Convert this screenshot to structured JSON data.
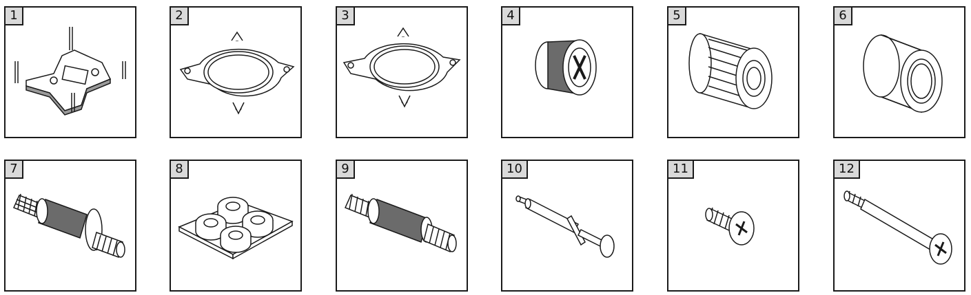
{
  "colors": {
    "line": "#1a1a1a",
    "badge_fill": "#d9d9d9",
    "part_fill": "#ffffff",
    "shade": "#9a9a9a"
  },
  "parts": [
    {
      "number": "1",
      "icon": "backplate-bracket-icon"
    },
    {
      "number": "2",
      "icon": "mounting-ring-icon"
    },
    {
      "number": "3",
      "icon": "mounting-ring-alt-icon"
    },
    {
      "number": "4",
      "icon": "knurled-thumb-nut-icon"
    },
    {
      "number": "5",
      "icon": "ribbed-nut-icon"
    },
    {
      "number": "6",
      "icon": "spacer-sleeve-icon"
    },
    {
      "number": "7",
      "icon": "knurled-standoff-with-flange-icon"
    },
    {
      "number": "8",
      "icon": "rubber-washer-sheet-icon"
    },
    {
      "number": "9",
      "icon": "knurled-standoff-icon"
    },
    {
      "number": "10",
      "icon": "thermal-paste-syringe-icon"
    },
    {
      "number": "11",
      "icon": "short-phillips-screw-icon"
    },
    {
      "number": "12",
      "icon": "long-shoulder-screw-icon"
    }
  ]
}
